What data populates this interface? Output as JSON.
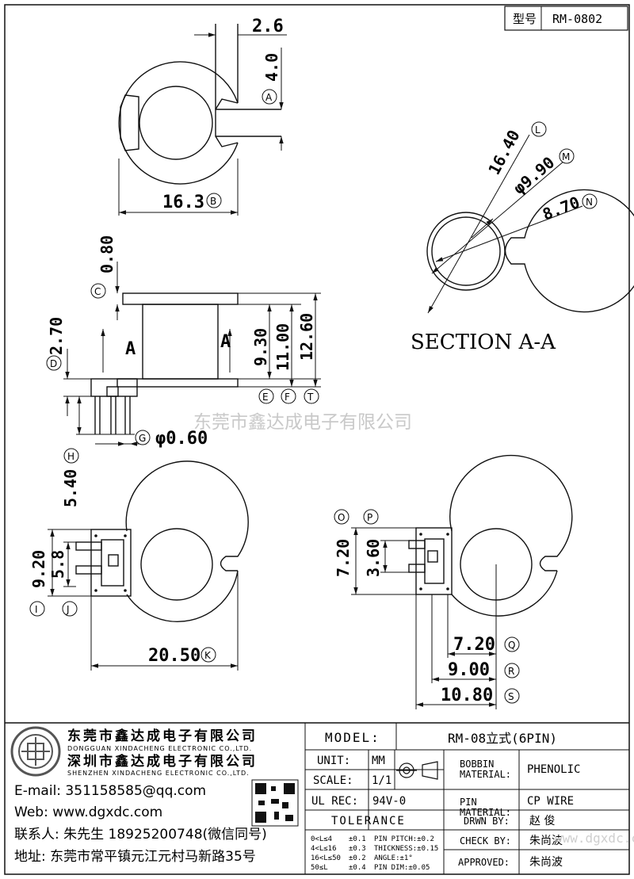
{
  "header": {
    "model_label": "型号",
    "model_value": "RM-0802"
  },
  "top_view": {
    "dim_width": "2.6",
    "dim_height": "4.0",
    "dim_overall": "16.3",
    "call_a": "A",
    "call_b": "B"
  },
  "side_view": {
    "dim_flange": "0.80",
    "dim_pin_step": "2.70",
    "dim_inner": "9.30",
    "dim_mid": "11.00",
    "dim_total": "12.60",
    "dim_pin_len": "5.40",
    "dim_pin_dia": "φ0.60",
    "section_mark": "A",
    "calls": [
      "C",
      "D",
      "E",
      "F",
      "T",
      "G",
      "H"
    ]
  },
  "section": {
    "title": "SECTION A-A",
    "dim_l": "16.40",
    "dim_m": "φ9.90",
    "dim_n": "8.70",
    "calls": [
      "L",
      "M",
      "N"
    ]
  },
  "bottom_left": {
    "dim_i": "9.20",
    "dim_j": "5.8",
    "dim_k": "20.50",
    "calls": [
      "I",
      "J",
      "K"
    ]
  },
  "bottom_right": {
    "dim_o": "7.20",
    "dim_p": "3.60",
    "dim_q": "7.20",
    "dim_r": "9.00",
    "dim_s": "10.80",
    "calls": [
      "O",
      "P",
      "Q",
      "R",
      "S"
    ]
  },
  "watermark": "东莞市鑫达成电子有限公司",
  "company": {
    "name1": "东莞市鑫达成电子有限公司",
    "name1_en": "DONGGUAN XINDACHENG ELECTRONIC CO.,LTD.",
    "name2": "深圳市鑫达成电子有限公司",
    "name2_en": "SHENZHEN XINDACHENG ELECTRONIC CO.,LTD.",
    "email": "E-mail: 351158585@qq.com",
    "web": "Web: www.dgxdc.com",
    "contact": "联系人: 朱先生 18925200748(微信同号)",
    "address": "地址: 东莞市常平镇元江元村马新路35号"
  },
  "title_block": {
    "model_label": "MODEL:",
    "model_value": "RM-08立式(6PIN)",
    "unit_label": "UNIT:",
    "unit_value": "MM",
    "scale_label": "SCALE:",
    "scale_value": "1/1",
    "ul_label": "UL REC:",
    "ul_value": "94V-0",
    "tolerance": "TOLERANCE",
    "tol_rows": [
      [
        "0<L≤4",
        "±0.1",
        "PIN PITCH:±0.2"
      ],
      [
        "4<L≤16",
        "±0.3",
        "THICKNESS:±0.15"
      ],
      [
        "16<L≤50",
        "±0.2",
        "ANGLE:±1°"
      ],
      [
        "50≤L",
        "±0.4",
        "PIN DIM:±0.05"
      ]
    ],
    "bobbin_label": "BOBBIN\nMATERIAL:",
    "bobbin_value": "PHENOLIC",
    "pin_label": "PIN\nMATERIAL:",
    "pin_value": "CP WIRE",
    "drwn_label": "DRWN BY:",
    "drwn_value": "赵 俊",
    "check_label": "CHECK BY:",
    "check_value": "朱尚波",
    "approved_label": "APPROVED:",
    "approved_value": "朱尚波",
    "faint_site": "www.dgxdc.com"
  }
}
